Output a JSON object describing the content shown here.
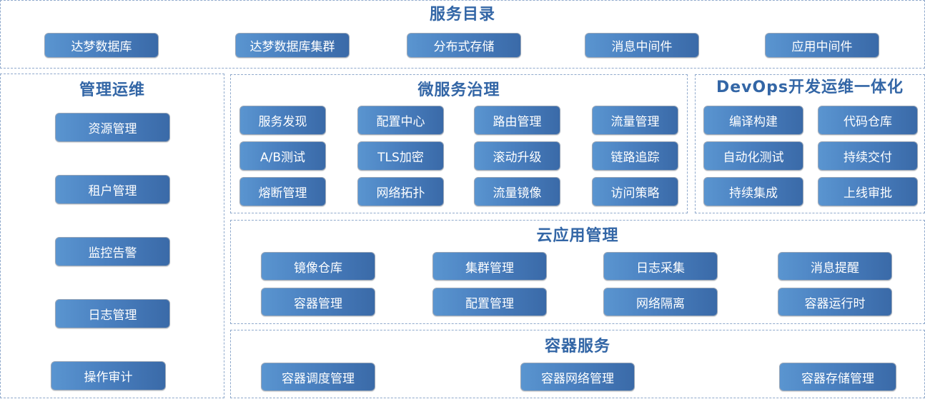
{
  "service_catalog": {
    "title": "服务目录",
    "items": [
      "达梦数据库",
      "达梦数据库集群",
      "分布式存储",
      "消息中间件",
      "应用中间件"
    ]
  },
  "ops_management": {
    "title": "管理运维",
    "items": [
      "资源管理",
      "租户管理",
      "监控告警",
      "日志管理",
      "操作审计"
    ]
  },
  "microservice_governance": {
    "title": "微服务治理",
    "items": [
      "服务发现",
      "配置中心",
      "路由管理",
      "流量管理",
      "A/B测试",
      "TLS加密",
      "滚动升级",
      "链路追踪",
      "熔断管理",
      "网络拓扑",
      "流量镜像",
      "访问策略"
    ]
  },
  "devops": {
    "title": "DevOps开发运维一体化",
    "items": [
      "编译构建",
      "代码仓库",
      "自动化测试",
      "持续交付",
      "持续集成",
      "上线审批"
    ]
  },
  "cloud_app_management": {
    "title": "云应用管理",
    "items": [
      "镜像仓库",
      "集群管理",
      "日志采集",
      "消息提醒",
      "容器管理",
      "配置管理",
      "网络隔离",
      "容器运行时"
    ]
  },
  "container_service": {
    "title": "容器服务",
    "items": [
      "容器调度管理",
      "容器网络管理",
      "容器存储管理"
    ]
  },
  "colors": {
    "title_text": "#3366a6",
    "button_gradient_start": "#5a95d0",
    "button_gradient_end": "#3a6aa8",
    "panel_border": "#8fa9cc"
  }
}
